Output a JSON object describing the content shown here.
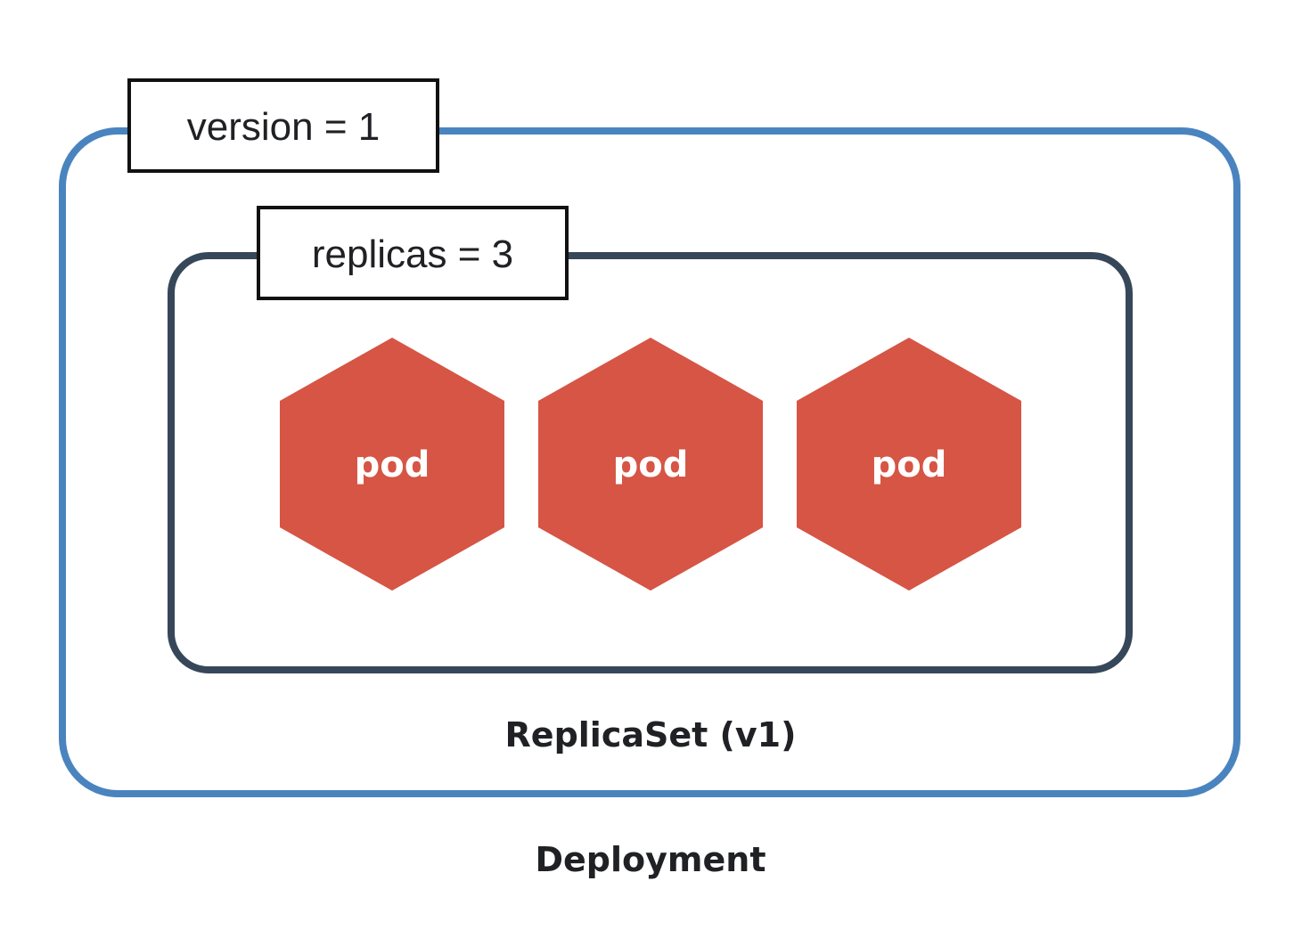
{
  "deployment": {
    "label": "Deployment",
    "tag": "version = 1",
    "border_color": "#4a84bf"
  },
  "replicaset": {
    "label": "ReplicaSet (v1)",
    "tag": "replicas = 3",
    "border_color": "#37475a"
  },
  "pods": [
    {
      "label": "pod"
    },
    {
      "label": "pod"
    },
    {
      "label": "pod"
    }
  ],
  "pod_color": "#d65545",
  "pod_icon": "hexagon-icon"
}
